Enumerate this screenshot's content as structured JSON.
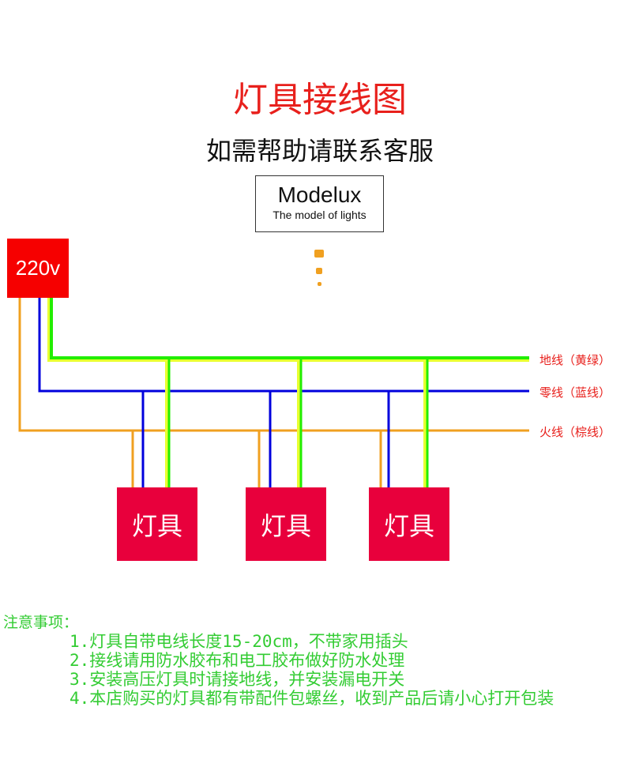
{
  "title": "灯具接线图",
  "subtitle": "如需帮助请联系客服",
  "logo": {
    "name": "Modelux",
    "tagline": "The model of lights"
  },
  "source": "220v",
  "wires": [
    {
      "label": "地线（黄绿）",
      "color": "#22ee00"
    },
    {
      "label": "零线（蓝线）",
      "color": "#0000dd"
    },
    {
      "label": "火线（棕线）",
      "color": "#f0a020"
    }
  ],
  "lamp_label": "灯具",
  "notes": {
    "heading": "注意事项：",
    "items": [
      "1.灯具自带电线长度15-20cm，不带家用插头",
      "2.接线请用防水胶布和电工胶布做好防水处理",
      "3.安装高压灯具时请接地线，并安装漏电开关",
      "4.本店购买的灯具都有带配件包螺丝，收到产品后请小心打开包装"
    ]
  }
}
